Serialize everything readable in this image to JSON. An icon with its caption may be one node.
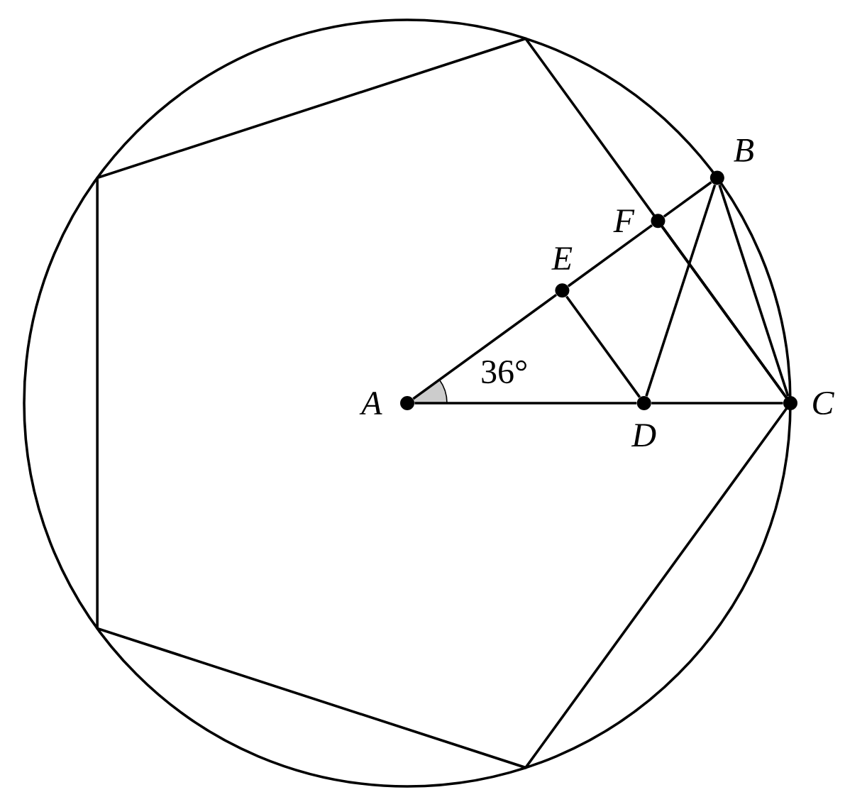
{
  "diagram": {
    "nodes": [
      {
        "text": [
          "A"
        ]
      },
      {
        "text": [
          "B"
        ]
      },
      {
        "text": [
          "C"
        ]
      },
      {
        "text": [
          "D"
        ]
      },
      {
        "text": [
          "E"
        ]
      },
      {
        "text": [
          "F"
        ]
      }
    ],
    "edges": [
      {
        "from": 0,
        "to": 4,
        "arrow": "none"
      },
      {
        "from": 4,
        "to": 5,
        "arrow": "none"
      },
      {
        "from": 5,
        "to": 1,
        "arrow": "none"
      },
      {
        "from": 0,
        "to": 3,
        "arrow": "none"
      },
      {
        "from": 3,
        "to": 2,
        "arrow": "none"
      },
      {
        "from": 4,
        "to": 3,
        "arrow": "none"
      },
      {
        "from": 3,
        "to": 1,
        "arrow": "none"
      },
      {
        "from": 1,
        "to": 2,
        "arrow": "none"
      },
      {
        "from": 5,
        "to": 2,
        "arrow": "none"
      }
    ],
    "labels": [
      "36°"
    ]
  }
}
